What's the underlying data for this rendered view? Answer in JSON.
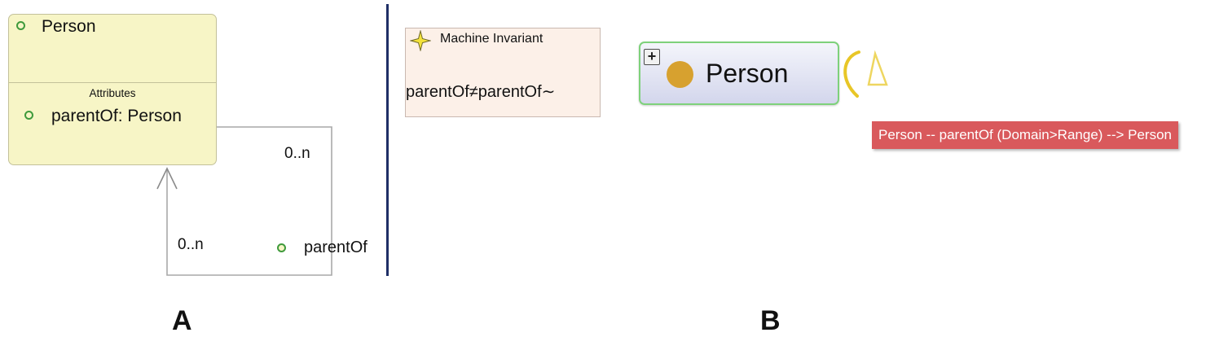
{
  "panel_a": {
    "class": {
      "name": "Person",
      "attributes_header": "Attributes",
      "attributes": [
        "parentOf: Person"
      ]
    },
    "association": {
      "source_multiplicity": "0..n",
      "target_multiplicity": "0..n",
      "role": "parentOf"
    },
    "caption": "A"
  },
  "invariant": {
    "title": "Machine Invariant",
    "expression": "parentOf≠parentOf∼"
  },
  "panel_b": {
    "node": {
      "plus": "+",
      "label": "Person"
    },
    "tooltip": "Person -- parentOf (Domain>Range) --> Person",
    "caption": "B"
  },
  "colors": {
    "class_fill": "#f7f5c6",
    "attribute_marker": "#3f9a3c",
    "separator": "#1f2f66",
    "node_border": "#7ed17b",
    "node_dot": "#d7a12f",
    "self_loop": "#e8c627",
    "tooltip_bg": "#d9595c"
  }
}
